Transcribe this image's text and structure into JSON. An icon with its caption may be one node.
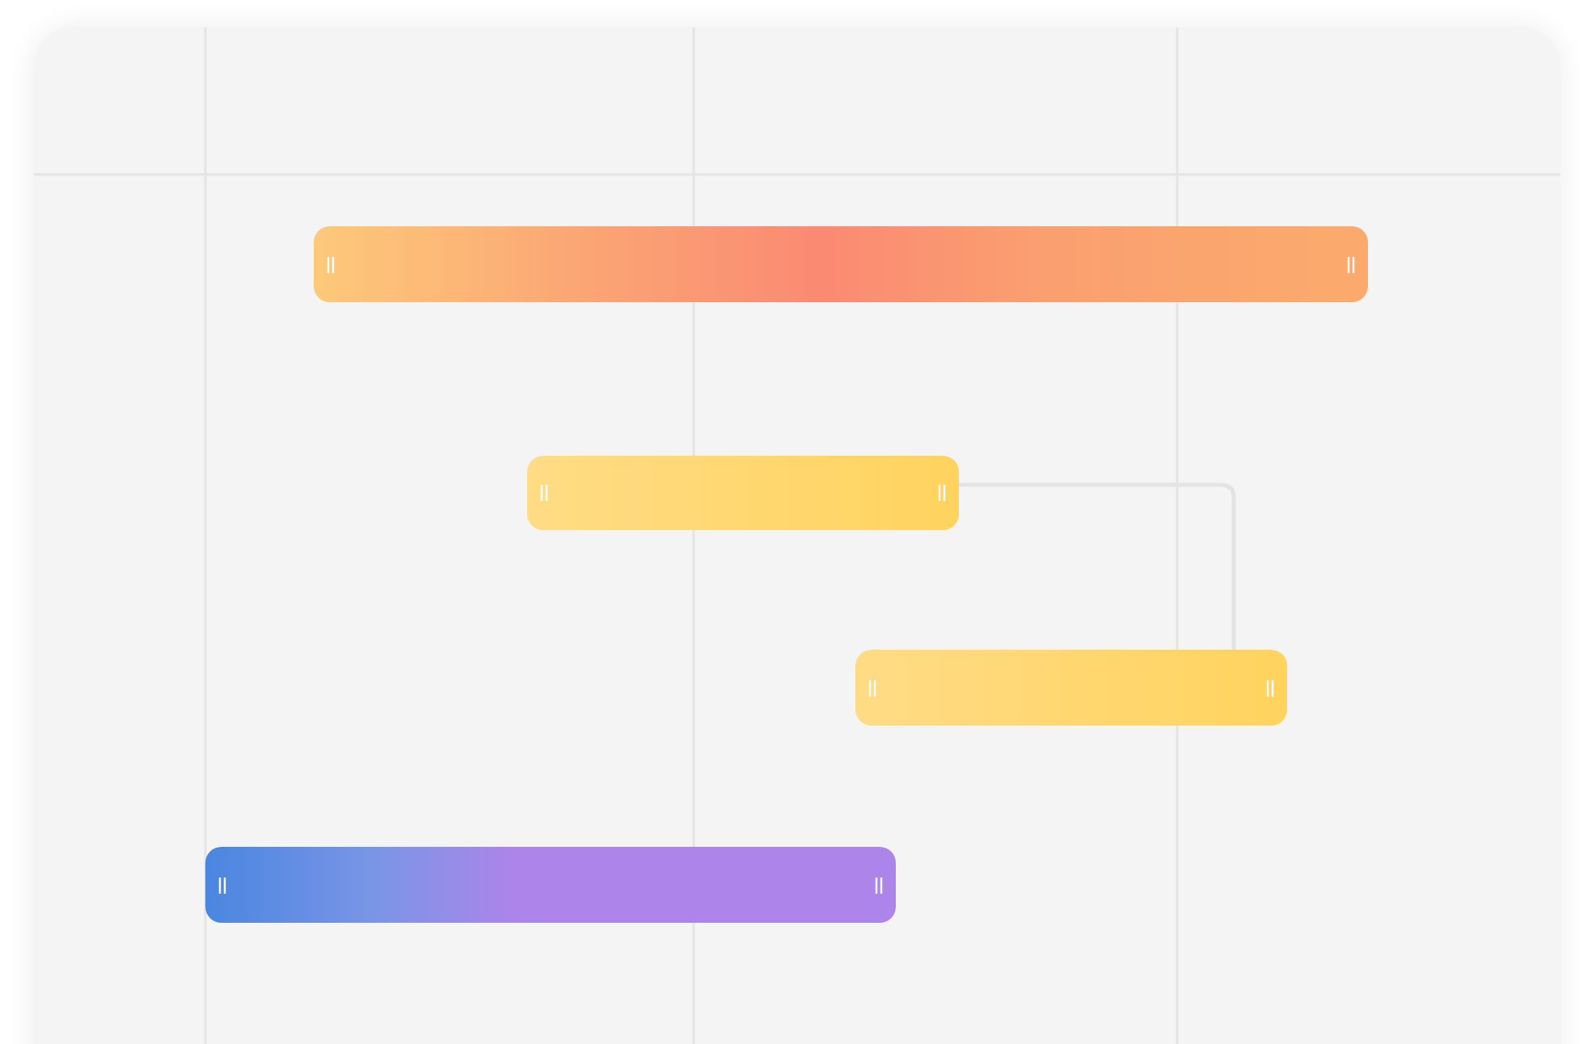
{
  "diagram": {
    "nodes": [
      {
        "text": [],
        "shape": "bar"
      },
      {
        "text": [],
        "shape": "bar"
      },
      {
        "text": [],
        "shape": "bar"
      },
      {
        "text": [],
        "shape": "bar"
      }
    ],
    "edges": [
      {
        "from": 1,
        "to": 2,
        "arrow": "none"
      }
    ]
  }
}
